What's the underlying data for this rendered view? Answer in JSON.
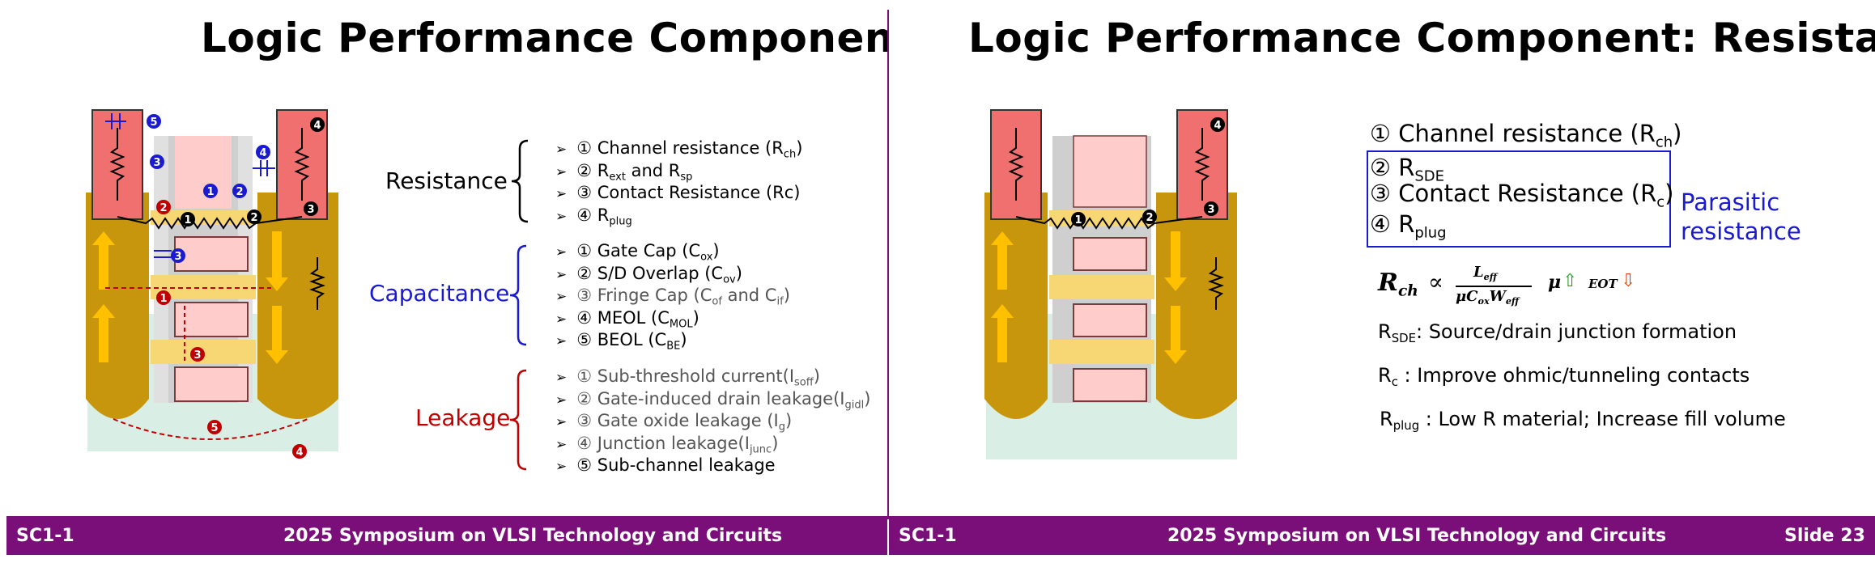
{
  "left": {
    "title": "Logic Performance Component",
    "groups": {
      "resistance": {
        "label": "Resistance",
        "color": "#000000",
        "items": [
          {
            "text": "① Channel resistance (R",
            "sub": "ch",
            "after": ")"
          },
          {
            "text": "② R",
            "sub": "ext",
            "after": " and R",
            "sub2": "sp",
            "after2": ""
          },
          {
            "text": "③ Contact Resistance (Rc)",
            "sub": "",
            "after": ""
          },
          {
            "text": "④ R",
            "sub": "plug",
            "after": ""
          }
        ]
      },
      "capacitance": {
        "label": "Capacitance",
        "color": "#1a1ad0",
        "items": [
          {
            "text": "① Gate Cap (C",
            "sub": "ox",
            "after": ")"
          },
          {
            "text": "② S/D Overlap (C",
            "sub": "ov",
            "after": ")"
          },
          {
            "text": "③ Fringe Cap (C",
            "sub": "of",
            "after": " and C",
            "sub2": "if",
            "after2": ")"
          },
          {
            "text": "④ MEOL (C",
            "sub": "MOL",
            "after": ")"
          },
          {
            "text": "⑤ BEOL (C",
            "sub": "BE",
            "after": ")"
          }
        ]
      },
      "leakage": {
        "label": "Leakage",
        "color": "#c00000",
        "items": [
          {
            "text": "① Sub-threshold current(I",
            "sub": "soff",
            "after": ")"
          },
          {
            "text": "② Gate-induced drain leakage(I",
            "sub": "gidl",
            "after": ")"
          },
          {
            "text": "③ Gate oxide leakage (I",
            "sub": "g",
            "after": ")"
          },
          {
            "text": "④ Junction leakage(I",
            "sub": "junc",
            "after": ")"
          },
          {
            "text": "⑤ Sub-channel leakage",
            "sub": "",
            "after": ""
          }
        ]
      }
    },
    "diagram_markers": [
      "1",
      "2",
      "3",
      "4",
      "5"
    ],
    "footer": {
      "left": "SC1-1",
      "center": "2025 Symposium on VLSI Technology and Circuits"
    }
  },
  "right": {
    "title": "Logic Performance Component: Resistance",
    "list": [
      {
        "text": "① Channel resistance (R",
        "sub": "ch",
        "after": ")"
      },
      {
        "text": "② R",
        "sub": "SDE",
        "after": ""
      },
      {
        "text": "③ Contact Resistance (R",
        "sub": "c",
        "after": ")"
      },
      {
        "text": "④ R",
        "sub": "plug",
        "after": ""
      }
    ],
    "parasitic_label": [
      "Parasitic",
      "resistance"
    ],
    "formula": {
      "lhs": "R",
      "lhs_sub": "ch",
      "prop": "∝",
      "num": "L",
      "num_sub": "eff",
      "den": "μC",
      "den_sub1": "ox",
      "den_mid": "W",
      "den_sub2": "eff",
      "mu": "μ",
      "eot": "EOT"
    },
    "notes": [
      {
        "pre": "R",
        "sub": "SDE",
        "text": ": Source/drain junction formation"
      },
      {
        "pre": "R",
        "sub": "c",
        "text": " : Improve ohmic/tunneling contacts"
      },
      {
        "pre": "R",
        "sub": "plug",
        "text": " : Low R material; Increase fill volume"
      }
    ],
    "footer": {
      "left": "SC1-1",
      "center": "2025 Symposium on VLSI Technology and Circuits",
      "right": "Slide 23"
    }
  },
  "colors": {
    "purple": "#7a0f7a",
    "gold": "#d4a017",
    "pink": "#f28b8b",
    "blue": "#1a1ad0",
    "red": "#c00000"
  }
}
